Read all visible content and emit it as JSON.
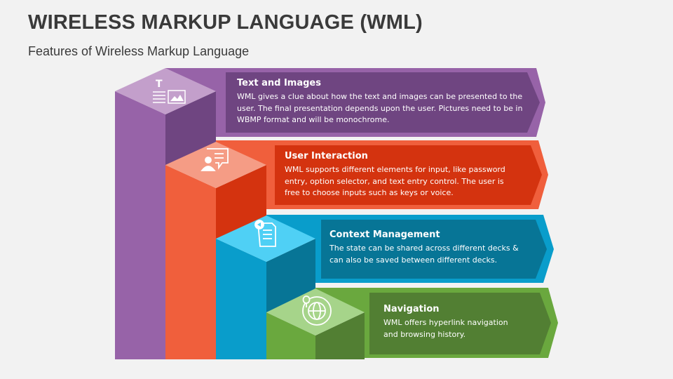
{
  "title": "WIRELESS MARKUP LANGUAGE (WML)",
  "subtitle": "Features of Wireless Markup Language",
  "features": [
    {
      "heading": "Text and Images",
      "body": "WML gives a clue about how the text and images can be presented to the user. The final presentation depends upon the user. Pictures need to be in WBMP format and will be monochrome.",
      "icon": "text-image-icon",
      "icon_text": "T"
    },
    {
      "heading": "User Interaction",
      "body": "WML supports different elements for input, like password entry, option selector, and text entry control. The user is free to choose inputs such as keys or voice.",
      "icon": "user-chat-icon"
    },
    {
      "heading": "Context Management",
      "body": "The state can be shared across different decks & can also be saved between different decks.",
      "icon": "document-icon"
    },
    {
      "heading": "Navigation",
      "body": "WML offers hyperlink navigation and browsing history.",
      "icon": "globe-pin-icon"
    }
  ],
  "colors": {
    "purple": "#9763a8",
    "purple_dark": "#6f4581",
    "purple_top": "#c39fcb",
    "orange": "#f05f3c",
    "orange_dark": "#d4330f",
    "orange_top": "#f59c85",
    "blue": "#099dcb",
    "blue_dark": "#077596",
    "blue_top": "#4fd0f5",
    "green": "#6aa83e",
    "green_dark": "#527f33",
    "green_top": "#a6d48a"
  }
}
